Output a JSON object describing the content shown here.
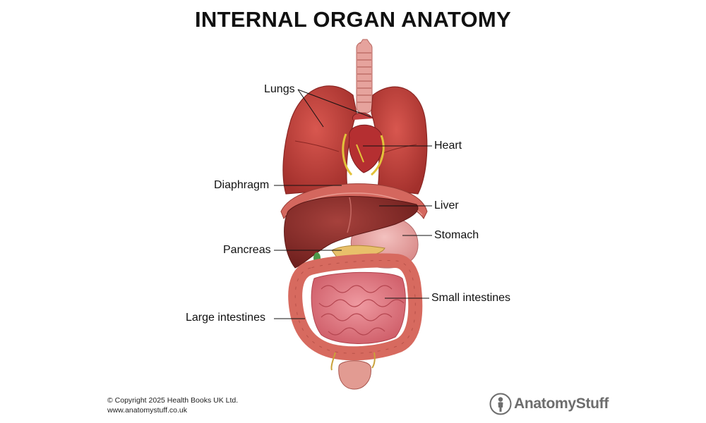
{
  "title": "INTERNAL ORGAN ANATOMY",
  "labels": {
    "lungs": "Lungs",
    "heart": "Heart",
    "diaphragm": "Diaphragm",
    "liver": "Liver",
    "stomach": "Stomach",
    "pancreas": "Pancreas",
    "small_intestines": "Small intestines",
    "large_intestines": "Large intestines"
  },
  "footer": {
    "copyright": "© Copyright 2025 Health Books UK Ltd.",
    "url": "www.anatomystuff.co.uk"
  },
  "brand": {
    "name": "AnatomyStuff",
    "logo_icon": "anatomy-figure-icon"
  },
  "colors": {
    "lung": "#c8453f",
    "lung_dark": "#a6332f",
    "heart": "#b52f31",
    "liver": "#8e2b28",
    "stomach": "#e7a3a2",
    "intestine": "#e07d85",
    "colon": "#d76a5f",
    "diaphragm": "#d4675e"
  }
}
